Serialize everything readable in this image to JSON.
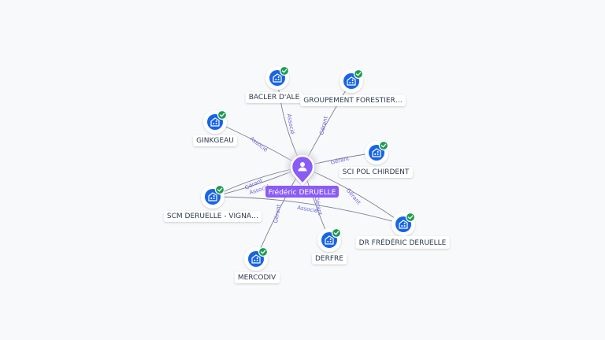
{
  "colors": {
    "background": "#f8f9fb",
    "edge": "#7b8191",
    "edge_label": "#6c63e0",
    "company_badge": "#1764e8",
    "check_badge": "#1e9b53",
    "person_pin": "#8a5cf5",
    "label_text": "#2c3a4f"
  },
  "center": {
    "label": "Frédéric DERUELLE",
    "icon": "person-icon"
  },
  "nodes": [
    {
      "id": "bacler",
      "label": "BACLER D'ALE",
      "icon": "building-icon",
      "verified": true
    },
    {
      "id": "groupement",
      "label": "GROUPEMENT FORESTIER…",
      "icon": "building-icon",
      "verified": true
    },
    {
      "id": "ginkgeau",
      "label": "GINKGEAU",
      "icon": "building-icon",
      "verified": true
    },
    {
      "id": "scipol",
      "label": "SCI POL CHIRDENT",
      "icon": "building-icon",
      "verified": true
    },
    {
      "id": "scm",
      "label": "SCM DERUELLE - VIGNA…",
      "icon": "building-icon",
      "verified": true
    },
    {
      "id": "drfred",
      "label": "DR FRÉDÉRIC DERUELLE",
      "icon": "building-icon",
      "verified": true
    },
    {
      "id": "derfre",
      "label": "DERFRE",
      "icon": "building-icon",
      "verified": true
    },
    {
      "id": "mercodiv",
      "label": "MERCODIV",
      "icon": "building-icon",
      "verified": true
    }
  ],
  "edges": [
    {
      "to": "bacler",
      "label": "Associé"
    },
    {
      "to": "groupement",
      "label": "Gérant"
    },
    {
      "to": "ginkgeau",
      "label": "Associé"
    },
    {
      "to": "scipol",
      "label": "Gérant"
    },
    {
      "to": "scm",
      "label": "Gérant"
    },
    {
      "to": "scm",
      "label": "Associé"
    },
    {
      "to": "drfred",
      "label": "Gérant"
    },
    {
      "to": "derfre",
      "label": "Gérant"
    },
    {
      "to": "mercodiv",
      "label": "Gérant"
    },
    {
      "from": "scm",
      "to": "drfred",
      "label": "Associé"
    }
  ]
}
